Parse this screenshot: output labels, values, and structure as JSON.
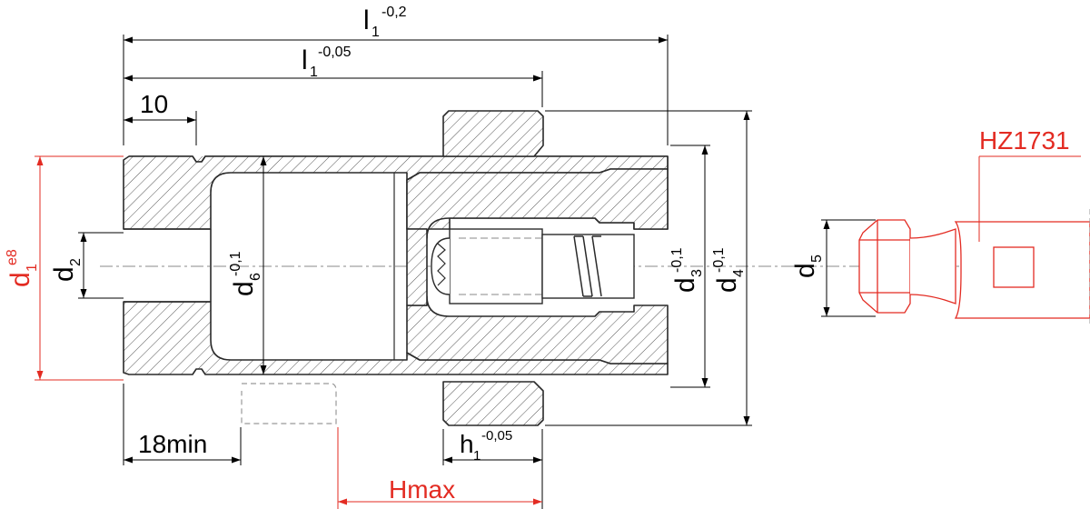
{
  "colors": {
    "outline": "#2a2a2a",
    "hatch": "#555555",
    "accent": "#e32b22",
    "centerline": "#888888"
  },
  "dimensions": {
    "l1_main": "l",
    "l1_main_sub": "1",
    "l1_main_tol": "-0,2",
    "l1_inner": "l",
    "l1_inner_sub": "1",
    "l1_inner_tol": "-0,05",
    "ten": "10",
    "eighteen_min": "18min",
    "d1": "d",
    "d1_sub": "1",
    "d1_tol": "e8",
    "d2": "d",
    "d2_sub": "2",
    "d6": "d",
    "d6_sub": "6",
    "d6_tol": "-0,1",
    "d3": "d",
    "d3_sub": "3",
    "d3_tol": "-0,1",
    "d4": "d",
    "d4_sub": "4",
    "d4_tol": "-0,1",
    "h1": "h",
    "h1_sub": "1",
    "h1_tol": "-0,05",
    "hmax": "Hmax",
    "d5": "d",
    "d5_sub": "5"
  },
  "callout": {
    "part_number": "HZ1731"
  }
}
